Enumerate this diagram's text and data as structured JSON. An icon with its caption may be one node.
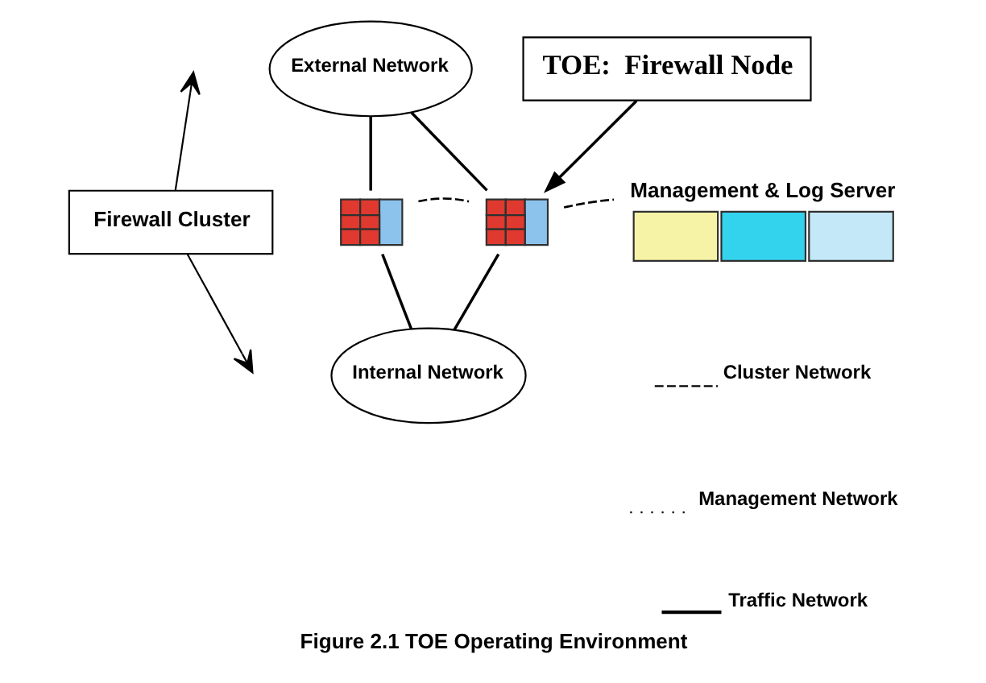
{
  "diagram": {
    "caption": "Figure 2.1 TOE Operating Environment",
    "nodes": [
      {
        "text": [
          "External Network"
        ]
      },
      {
        "text": [
          "TOE:  Firewall Node"
        ]
      },
      {
        "text": [],
        "shape": "picture"
      },
      {
        "text": [],
        "shape": "picture"
      },
      {
        "text": [
          "Firewall Cluster"
        ]
      },
      {
        "text": [
          "Management & Log Server"
        ]
      },
      {
        "text": [
          "Internal Network"
        ]
      }
    ],
    "edges": [
      {
        "from": 0,
        "to": 2,
        "arrow": "none"
      },
      {
        "from": 0,
        "to": 3,
        "arrow": "none"
      },
      {
        "from": 2,
        "to": 6,
        "arrow": "none"
      },
      {
        "from": 3,
        "to": 6,
        "arrow": "none"
      },
      {
        "from": 2,
        "to": 3,
        "arrow": "none",
        "style": "dashed"
      },
      {
        "from": 3,
        "to": 5,
        "arrow": "none",
        "style": "dashed"
      },
      {
        "from": 1,
        "to": 3,
        "arrow": "to"
      },
      {
        "from": 4,
        "to": null,
        "arrow": "to"
      },
      {
        "from": 4,
        "to": null,
        "arrow": "to"
      }
    ],
    "legend": [
      {
        "text": "Cluster Network"
      },
      {
        "text": "Management Network"
      },
      {
        "text": "Traffic Network"
      }
    ]
  }
}
